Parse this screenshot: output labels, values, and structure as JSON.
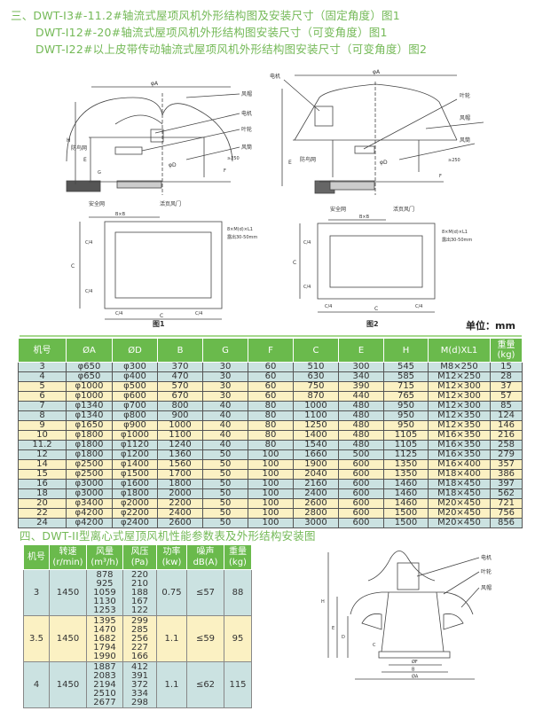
{
  "titles": {
    "line1": "三、DWT-Ⅰ3#-11.2#轴流式屋项风机外形结构图及安装尺寸（固定角度）图1",
    "line2": "DWT-Ⅰ12#-20#轴流式屋项风机外形结构图安装尺寸（可变角度）图1",
    "line3": "DWT-Ⅰ22#以上皮带传动轴流式屋项风机外形结构图安装尺寸（可变角度）图2",
    "section4": "四、DWT-II型离心式屋顶风机性能参数表及外形结构安装图"
  },
  "figure1": {
    "caption": "图1",
    "labels": {
      "fenghat": "风帽",
      "motor": "电机",
      "impeller": "叶轮",
      "duct": "风筒",
      "birdnet": "防鸟网",
      "safetynet": "安全网",
      "damper": "活页风门",
      "phiA": "φA",
      "phiD": "φD",
      "H": "H",
      "E": "E",
      "G": "G",
      "F": "F",
      "BxB": "B×B",
      "ge250": "≥250",
      "C": "C",
      "C4": "C/4",
      "bolt": "8×M(d)×L1",
      "expose": "露出30-50mm"
    }
  },
  "figure2": {
    "caption": "图2",
    "labels": {
      "motor": "电机",
      "impeller": "叶轮",
      "fenghat": "风帽",
      "duct": "风筒",
      "birdnet": "防鸟网",
      "safetynet": "安全网",
      "damper": "活页风门",
      "phiA": "φA",
      "phiD": "φD",
      "E": "E",
      "F": "F",
      "BxB": "B×B",
      "ge250": "≥250",
      "C": "C",
      "C4": "C/4",
      "bolt": "8×M(d)×L1",
      "expose": "露出30-50mm"
    }
  },
  "unit": "单位：mm",
  "table1": {
    "headers": [
      "机号",
      "ØA",
      "ØD",
      "B",
      "G",
      "F",
      "C",
      "E",
      "H",
      "M(d)XL1",
      "重量\n(kg)"
    ],
    "rows": [
      [
        "3",
        "φ650",
        "φ300",
        "370",
        "30",
        "60",
        "510",
        "300",
        "545",
        "M8×250",
        "15"
      ],
      [
        "4",
        "φ650",
        "φ400",
        "470",
        "30",
        "60",
        "630",
        "340",
        "585",
        "M12×250",
        "28"
      ],
      [
        "5",
        "φ1000",
        "φ500",
        "570",
        "30",
        "60",
        "750",
        "390",
        "715",
        "M12×300",
        "37"
      ],
      [
        "6",
        "φ1000",
        "φ600",
        "670",
        "30",
        "60",
        "870",
        "440",
        "765",
        "M12×300",
        "57"
      ],
      [
        "7",
        "φ1340",
        "φ700",
        "800",
        "40",
        "80",
        "1000",
        "480",
        "950",
        "M12×300",
        "85"
      ],
      [
        "8",
        "φ1340",
        "φ800",
        "900",
        "40",
        "80",
        "1100",
        "480",
        "950",
        "M12×350",
        "124"
      ],
      [
        "9",
        "φ1650",
        "φ900",
        "1000",
        "40",
        "80",
        "1250",
        "480",
        "950",
        "M12×350",
        "146"
      ],
      [
        "10",
        "φ1800",
        "φ1000",
        "1100",
        "40",
        "80",
        "1400",
        "480",
        "1105",
        "M16×350",
        "216"
      ],
      [
        "11.2",
        "φ1800",
        "φ1120",
        "1240",
        "40",
        "80",
        "1540",
        "480",
        "1105",
        "M16×350",
        "258"
      ],
      [
        "12",
        "φ1800",
        "φ1200",
        "1360",
        "50",
        "100",
        "1660",
        "500",
        "1125",
        "M16×350",
        "279"
      ],
      [
        "14",
        "φ2500",
        "φ1400",
        "1560",
        "50",
        "100",
        "1900",
        "600",
        "1350",
        "M16×400",
        "357"
      ],
      [
        "15",
        "φ2500",
        "φ1500",
        "1700",
        "50",
        "100",
        "2040",
        "600",
        "1350",
        "M18×400",
        "386"
      ],
      [
        "16",
        "φ3000",
        "φ1600",
        "1800",
        "50",
        "100",
        "2160",
        "600",
        "1460",
        "M18×450",
        "397"
      ],
      [
        "18",
        "φ3000",
        "φ1800",
        "2000",
        "50",
        "100",
        "2400",
        "600",
        "1460",
        "M18×450",
        "562"
      ],
      [
        "20",
        "φ3400",
        "φ2000",
        "2200",
        "50",
        "100",
        "2600",
        "600",
        "1460",
        "M20×450",
        "721"
      ],
      [
        "22",
        "φ4200",
        "φ2200",
        "2400",
        "50",
        "100",
        "2800",
        "600",
        "1500",
        "M20×450",
        "756"
      ],
      [
        "24",
        "φ4200",
        "φ2400",
        "2600",
        "50",
        "100",
        "3000",
        "600",
        "1500",
        "M20×450",
        "856"
      ]
    ],
    "row_colors": [
      "blue",
      "blue",
      "yellow",
      "yellow",
      "blue",
      "blue",
      "yellow",
      "yellow",
      "blue",
      "blue",
      "yellow",
      "yellow",
      "blue",
      "blue",
      "yellow",
      "yellow",
      "blue"
    ]
  },
  "table2": {
    "headers": [
      "机号",
      "转速\n(r/min)",
      "风量\n(m³/h)",
      "风压\n(Pa)",
      "功率\n(kw)",
      "噪声\ndB(A)",
      "重量\n(kg)"
    ],
    "rows": [
      {
        "no": "3",
        "speed": "1450",
        "flow": [
          "878",
          "925",
          "1059",
          "1130",
          "1253"
        ],
        "pressure": [
          "220",
          "210",
          "188",
          "167",
          "122"
        ],
        "power": "0.75",
        "noise": "≤57",
        "weight": "88",
        "color": "blue"
      },
      {
        "no": "3.5",
        "speed": "1450",
        "flow": [
          "1395",
          "1470",
          "1682",
          "1794",
          "1990"
        ],
        "pressure": [
          "299",
          "285",
          "256",
          "227",
          "166"
        ],
        "power": "1.1",
        "noise": "≤59",
        "weight": "95",
        "color": "yellow"
      },
      {
        "no": "4",
        "speed": "1450",
        "flow": [
          "1887",
          "2083",
          "2194",
          "2510",
          "2677"
        ],
        "pressure": [
          "412",
          "391",
          "372",
          "334",
          "298"
        ],
        "power": "1.1",
        "noise": "≤62",
        "weight": "115",
        "color": "blue"
      }
    ]
  },
  "figure3": {
    "labels": {
      "motor": "电机",
      "impeller": "叶轮",
      "fenghat": "风帽",
      "H": "H",
      "E": "E",
      "D": "D",
      "C": "C",
      "phiF": "ØF",
      "B": "B",
      "phiA": "ØA"
    }
  },
  "colors": {
    "title": "#74b957",
    "header": "#6aba4c",
    "row_blue": "#cbe2e1",
    "row_yellow": "#fbf1c3"
  }
}
